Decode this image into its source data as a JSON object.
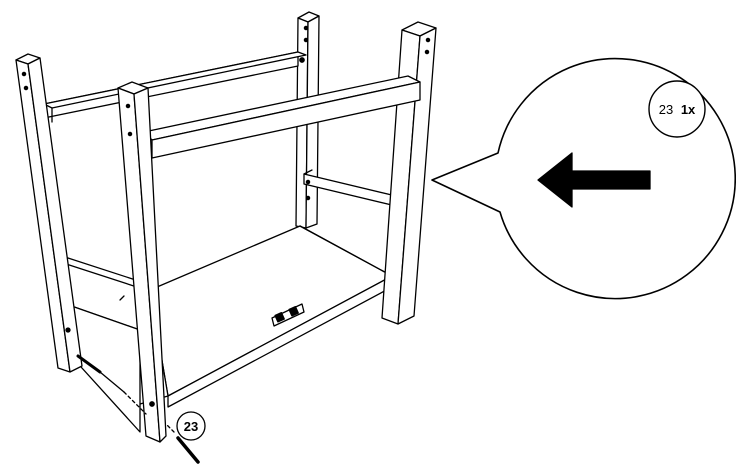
{
  "callout": {
    "part_number": "23",
    "quantity": "1x"
  },
  "part_label": {
    "number": "23"
  },
  "colors": {
    "line": "#000000",
    "fill": "#ffffff"
  }
}
